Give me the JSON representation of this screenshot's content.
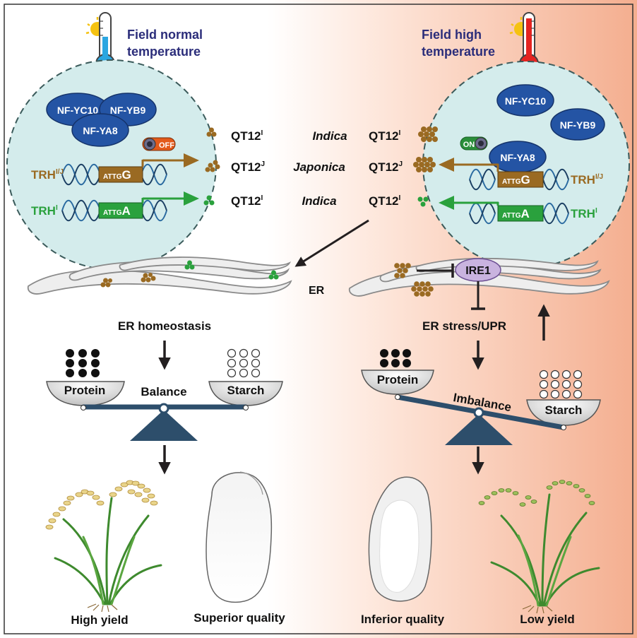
{
  "left": {
    "heading_line1": "Field normal",
    "heading_line2": "temperature",
    "nfy": [
      "NF-YC10",
      "NF-YB9",
      "NF-YA8"
    ],
    "switch": "OFF",
    "trh_top": "TRH",
    "trh_top_sup": "I/J",
    "trh_bottom": "TRH",
    "trh_bottom_sup": "I",
    "box_top_small": "ATTG",
    "box_top_big": "G",
    "box_bottom_small": "ATTG",
    "box_bottom_big": "A",
    "homeostasis": "ER homeostasis",
    "protein": "Protein",
    "starch": "Starch",
    "balance": "Balance",
    "yield": "High yield",
    "quality": "Superior quality"
  },
  "right": {
    "heading_line1": "Field high",
    "heading_line2": "temperature",
    "nfy": [
      "NF-YC10",
      "NF-YB9",
      "NF-YA8"
    ],
    "switch": "ON",
    "trh_top": "TRH",
    "trh_top_sup": "I/J",
    "trh_bottom": "TRH",
    "trh_bottom_sup": "I",
    "box_top_small": "ATTG",
    "box_top_big": "G",
    "box_bottom_small": "ATTG",
    "box_bottom_big": "A",
    "ire1": "IRE1",
    "stress": "ER stress/UPR",
    "protein": "Protein",
    "starch": "Starch",
    "imbalance": "Imbalance",
    "quality": "Inferior quality",
    "yield": "Low yield"
  },
  "center": {
    "rows": [
      {
        "left_label": "QT12",
        "left_sup": "I",
        "variety": "Indica",
        "right_label": "QT12",
        "right_sup": "I"
      },
      {
        "left_label": "QT12",
        "left_sup": "J",
        "variety": "Japonica",
        "right_label": "QT12",
        "right_sup": "J"
      },
      {
        "left_label": "QT12",
        "left_sup": "I",
        "variety": "Indica",
        "right_label": "QT12",
        "right_sup": "I"
      }
    ],
    "er": "ER"
  },
  "colors": {
    "brown": "#9a6a22",
    "green": "#2aa13d",
    "ellipse_blue": "#2454a4",
    "cell_fill": "#d4ecec",
    "ire1": "#c9b3df",
    "scale_beam": "#2d4e6b",
    "bg_warm": "#f6b598",
    "text_navy": "#2b2d7a"
  }
}
